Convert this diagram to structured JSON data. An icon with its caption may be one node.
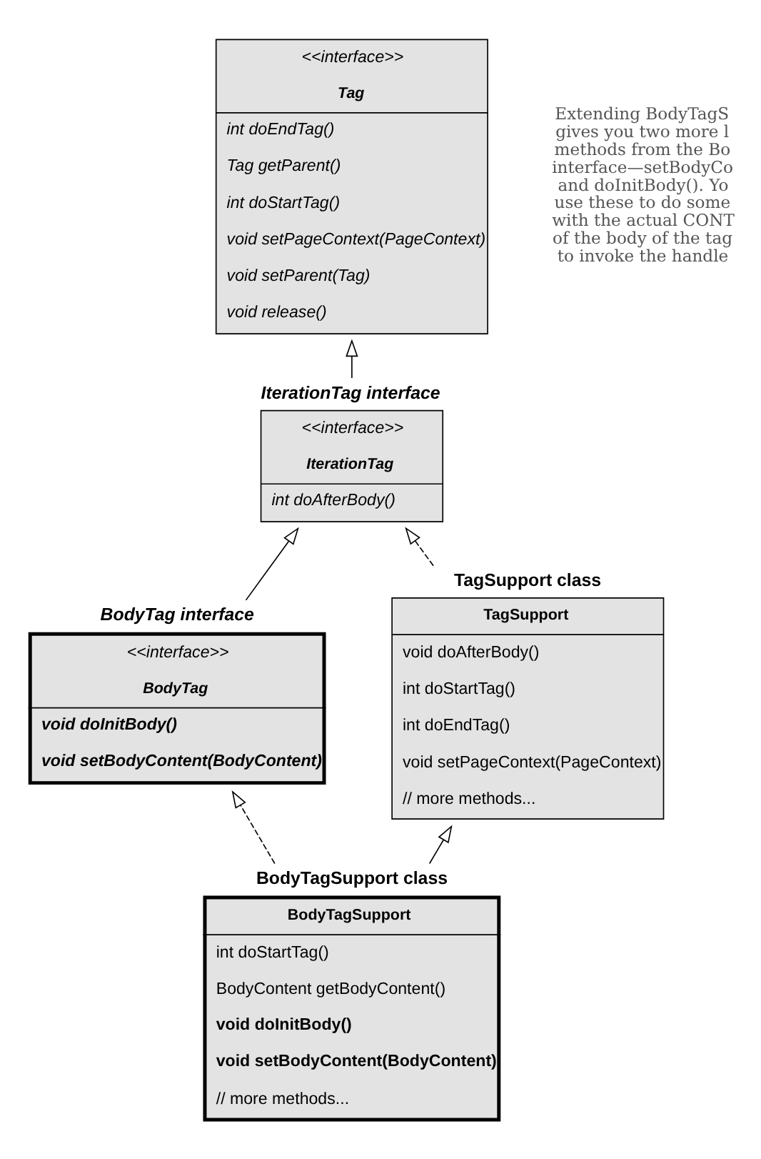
{
  "diagram": {
    "nodes": [
      {
        "text": [
          "<<interface>>",
          "Tag",
          "int doEndTag()",
          "Tag getParent()",
          "int doStartTag()",
          "void setPageContext(PageContext)",
          "void setParent(Tag)",
          "void release()"
        ]
      },
      {
        "text": [
          "<<interface>>",
          "IterationTag",
          "int doAfterBody()"
        ],
        "beside": [
          "IterationTag interface"
        ]
      },
      {
        "text": [
          "<<interface>>",
          "BodyTag",
          "**void doInitBody()**",
          "**void setBodyContent(BodyContent)**"
        ],
        "beside": [
          "BodyTag interface"
        ]
      },
      {
        "text": [
          "TagSupport",
          "void doAfterBody()",
          "int doStartTag()",
          "int doEndTag()",
          "void setPageContext(PageContext)",
          "// more methods..."
        ],
        "beside": [
          "TagSupport class"
        ]
      },
      {
        "text": [
          "BodyTagSupport",
          "int doStartTag()",
          "BodyContent getBodyContent()",
          "**void doInitBody()**",
          "**void setBodyContent(BodyContent)**",
          "// more methods..."
        ],
        "beside": [
          "BodyTagSupport class"
        ]
      }
    ],
    "edges": [
      {
        "from": 1,
        "to": 0,
        "arrow": "to"
      },
      {
        "from": 2,
        "to": 1,
        "arrow": "to"
      },
      {
        "from": 3,
        "to": 1,
        "arrow": "to",
        "style": "dashed"
      },
      {
        "from": 4,
        "to": 3,
        "arrow": "to"
      },
      {
        "from": 4,
        "to": 2,
        "arrow": "to",
        "style": "dashed"
      }
    ],
    "labels": [
      "Extending BodyTagS gives you two more l methods from the Bo interface—setBodyCo and doInitBody(). Yo use these to do some with the actual CONT of the body of the tag to invoke the handle"
    ]
  }
}
